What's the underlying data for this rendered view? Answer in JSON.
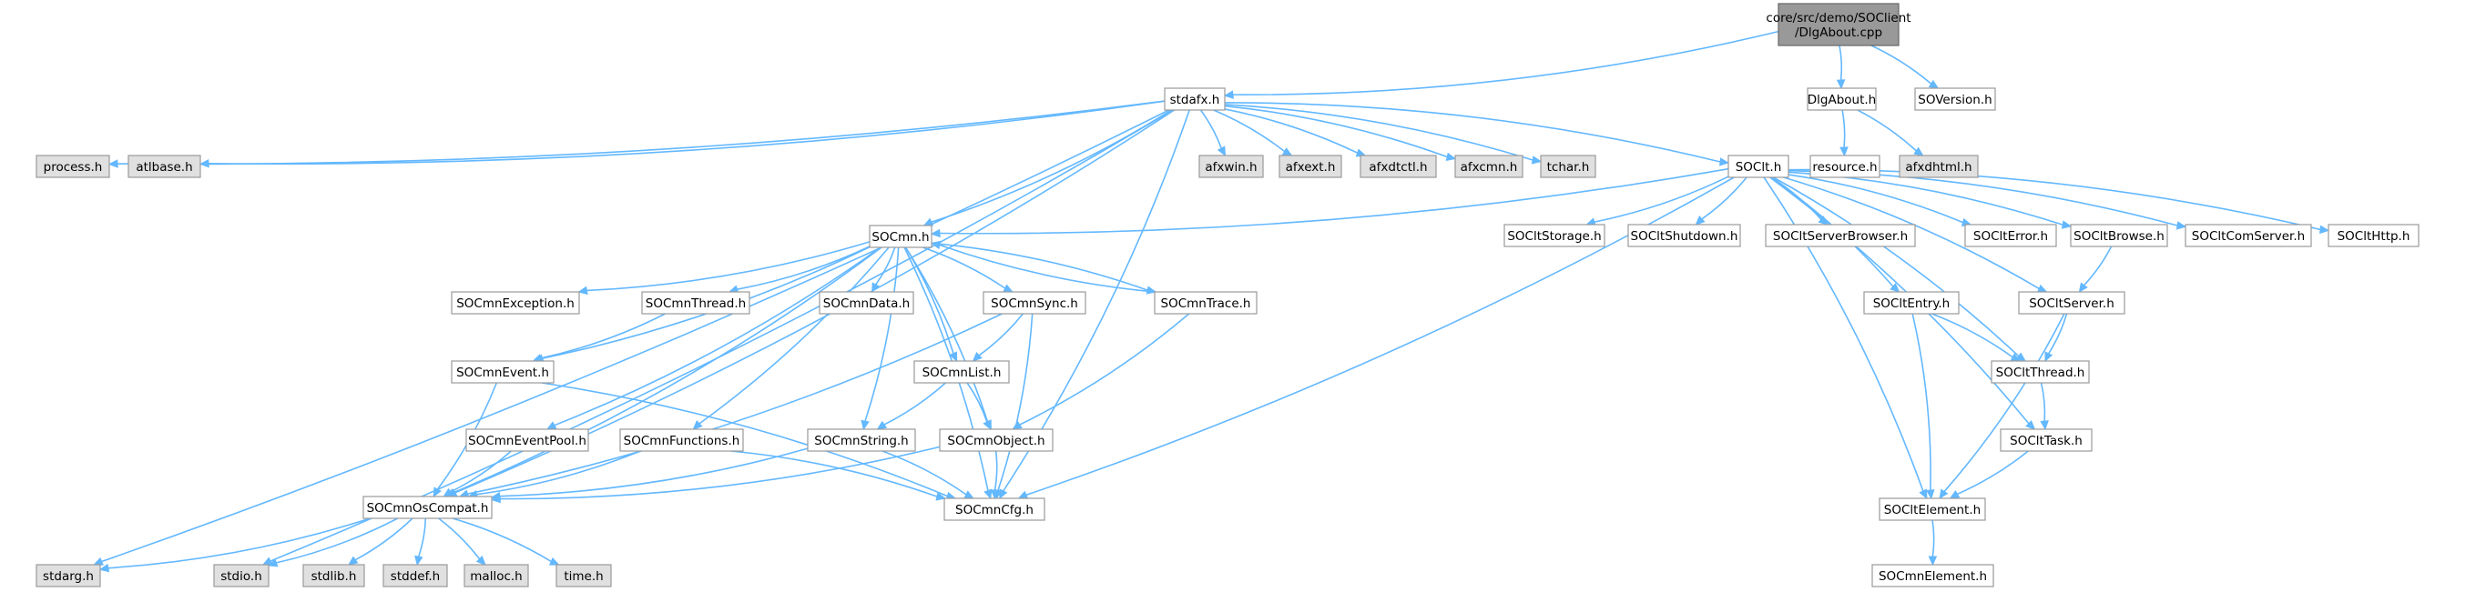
{
  "diagram": {
    "nodes": [
      {
        "id": "root",
        "lines": [
          "core/src/demo/SOClient",
          "/DlgAbout.cpp"
        ],
        "style": "root"
      },
      {
        "id": "stdafx",
        "lines": [
          "stdafx.h"
        ],
        "style": "normal"
      },
      {
        "id": "dlgabout",
        "lines": [
          "DlgAbout.h"
        ],
        "style": "normal"
      },
      {
        "id": "soversion",
        "lines": [
          "SOVersion.h"
        ],
        "style": "normal"
      },
      {
        "id": "process",
        "lines": [
          "process.h"
        ],
        "style": "ext"
      },
      {
        "id": "atlbase",
        "lines": [
          "atlbase.h"
        ],
        "style": "ext"
      },
      {
        "id": "afxwin",
        "lines": [
          "afxwin.h"
        ],
        "style": "ext"
      },
      {
        "id": "afxext",
        "lines": [
          "afxext.h"
        ],
        "style": "ext"
      },
      {
        "id": "afxdtctl",
        "lines": [
          "afxdtctl.h"
        ],
        "style": "ext"
      },
      {
        "id": "afxcmn",
        "lines": [
          "afxcmn.h"
        ],
        "style": "ext"
      },
      {
        "id": "tchar",
        "lines": [
          "tchar.h"
        ],
        "style": "ext"
      },
      {
        "id": "soclt",
        "lines": [
          "SOClt.h"
        ],
        "style": "normal"
      },
      {
        "id": "resource",
        "lines": [
          "resource.h"
        ],
        "style": "normal"
      },
      {
        "id": "afxdhtml",
        "lines": [
          "afxdhtml.h"
        ],
        "style": "ext"
      },
      {
        "id": "socmn",
        "lines": [
          "SOCmn.h"
        ],
        "style": "normal"
      },
      {
        "id": "socltstorage",
        "lines": [
          "SOCltStorage.h"
        ],
        "style": "normal"
      },
      {
        "id": "socltshutdown",
        "lines": [
          "SOCltShutdown.h"
        ],
        "style": "normal"
      },
      {
        "id": "socltserverbrowser",
        "lines": [
          "SOCltServerBrowser.h"
        ],
        "style": "normal"
      },
      {
        "id": "soclterror",
        "lines": [
          "SOCltError.h"
        ],
        "style": "normal"
      },
      {
        "id": "socltbrowse",
        "lines": [
          "SOCltBrowse.h"
        ],
        "style": "normal"
      },
      {
        "id": "socltcomserver",
        "lines": [
          "SOCltComServer.h"
        ],
        "style": "normal"
      },
      {
        "id": "soclthttp",
        "lines": [
          "SOCltHttp.h"
        ],
        "style": "normal"
      },
      {
        "id": "socmnexception",
        "lines": [
          "SOCmnException.h"
        ],
        "style": "normal"
      },
      {
        "id": "socmnthread",
        "lines": [
          "SOCmnThread.h"
        ],
        "style": "normal"
      },
      {
        "id": "socmndata",
        "lines": [
          "SOCmnData.h"
        ],
        "style": "normal"
      },
      {
        "id": "socmnsync",
        "lines": [
          "SOCmnSync.h"
        ],
        "style": "normal"
      },
      {
        "id": "socmntrace",
        "lines": [
          "SOCmnTrace.h"
        ],
        "style": "normal"
      },
      {
        "id": "socltentry",
        "lines": [
          "SOCltEntry.h"
        ],
        "style": "normal"
      },
      {
        "id": "socltserver",
        "lines": [
          "SOCltServer.h"
        ],
        "style": "normal"
      },
      {
        "id": "socmnevent",
        "lines": [
          "SOCmnEvent.h"
        ],
        "style": "normal"
      },
      {
        "id": "socmnlist",
        "lines": [
          "SOCmnList.h"
        ],
        "style": "normal"
      },
      {
        "id": "socltthread",
        "lines": [
          "SOCltThread.h"
        ],
        "style": "normal"
      },
      {
        "id": "socmneventpool",
        "lines": [
          "SOCmnEventPool.h"
        ],
        "style": "normal"
      },
      {
        "id": "socmnfunctions",
        "lines": [
          "SOCmnFunctions.h"
        ],
        "style": "normal"
      },
      {
        "id": "socmnstring",
        "lines": [
          "SOCmnString.h"
        ],
        "style": "normal"
      },
      {
        "id": "socmnobject",
        "lines": [
          "SOCmnObject.h"
        ],
        "style": "normal"
      },
      {
        "id": "soclttask",
        "lines": [
          "SOCltTask.h"
        ],
        "style": "normal"
      },
      {
        "id": "socmnoscompat",
        "lines": [
          "SOCmnOsCompat.h"
        ],
        "style": "normal"
      },
      {
        "id": "socmncfg",
        "lines": [
          "SOCmnCfg.h"
        ],
        "style": "normal"
      },
      {
        "id": "socltelement",
        "lines": [
          "SOCltElement.h"
        ],
        "style": "normal"
      },
      {
        "id": "stdarg",
        "lines": [
          "stdarg.h"
        ],
        "style": "ext"
      },
      {
        "id": "stdio",
        "lines": [
          "stdio.h"
        ],
        "style": "ext"
      },
      {
        "id": "stdlib",
        "lines": [
          "stdlib.h"
        ],
        "style": "ext"
      },
      {
        "id": "stddef",
        "lines": [
          "stddef.h"
        ],
        "style": "ext"
      },
      {
        "id": "malloc",
        "lines": [
          "malloc.h"
        ],
        "style": "ext"
      },
      {
        "id": "time",
        "lines": [
          "time.h"
        ],
        "style": "ext"
      },
      {
        "id": "socmnelement",
        "lines": [
          "SOCmnElement.h"
        ],
        "style": "normal"
      }
    ],
    "edges": [
      [
        "root",
        "stdafx"
      ],
      [
        "root",
        "dlgabout"
      ],
      [
        "root",
        "soversion"
      ],
      [
        "stdafx",
        "process"
      ],
      [
        "stdafx",
        "atlbase"
      ],
      [
        "stdafx",
        "afxwin"
      ],
      [
        "stdafx",
        "afxext"
      ],
      [
        "stdafx",
        "afxdtctl"
      ],
      [
        "stdafx",
        "afxcmn"
      ],
      [
        "stdafx",
        "tchar"
      ],
      [
        "stdafx",
        "soclt"
      ],
      [
        "stdafx",
        "socmn"
      ],
      [
        "stdafx",
        "stdarg"
      ],
      [
        "stdafx",
        "stdio"
      ],
      [
        "stdafx",
        "socmnoscompat"
      ],
      [
        "stdafx",
        "socmncfg"
      ],
      [
        "dlgabout",
        "resource"
      ],
      [
        "dlgabout",
        "afxdhtml"
      ],
      [
        "soclt",
        "socmn"
      ],
      [
        "soclt",
        "socltstorage"
      ],
      [
        "soclt",
        "socltshutdown"
      ],
      [
        "soclt",
        "socltserverbrowser"
      ],
      [
        "soclt",
        "soclterror"
      ],
      [
        "soclt",
        "socltbrowse"
      ],
      [
        "soclt",
        "socltcomserver"
      ],
      [
        "soclt",
        "soclthttp"
      ],
      [
        "soclt",
        "socltentry"
      ],
      [
        "soclt",
        "socltserver"
      ],
      [
        "soclt",
        "socltthread"
      ],
      [
        "soclt",
        "soclttask"
      ],
      [
        "soclt",
        "socltelement"
      ],
      [
        "soclt",
        "socmncfg"
      ],
      [
        "socmn",
        "socmnexception"
      ],
      [
        "socmn",
        "socmnthread"
      ],
      [
        "socmn",
        "socmndata"
      ],
      [
        "socmn",
        "socmnsync"
      ],
      [
        "socmn",
        "socmntrace"
      ],
      [
        "socmn",
        "socmnevent"
      ],
      [
        "socmn",
        "socmnlist"
      ],
      [
        "socmn",
        "socmneventpool"
      ],
      [
        "socmn",
        "socmnfunctions"
      ],
      [
        "socmn",
        "socmnstring"
      ],
      [
        "socmn",
        "socmnobject"
      ],
      [
        "socmn",
        "socmnoscompat"
      ],
      [
        "socmn",
        "socmncfg"
      ],
      [
        "socmnthread",
        "socmnevent"
      ],
      [
        "socmnsync",
        "socmnlist"
      ],
      [
        "socmnsync",
        "socmnoscompat"
      ],
      [
        "socmnsync",
        "socmncfg"
      ],
      [
        "socmntrace",
        "socmn"
      ],
      [
        "socmntrace",
        "socmnobject"
      ],
      [
        "socmnevent",
        "socmnoscompat"
      ],
      [
        "socmnevent",
        "socmncfg"
      ],
      [
        "socmnlist",
        "socmnstring"
      ],
      [
        "socmnlist",
        "socmnobject"
      ],
      [
        "socmneventpool",
        "socmnoscompat"
      ],
      [
        "socmnfunctions",
        "socmnoscompat"
      ],
      [
        "socmnfunctions",
        "socmncfg"
      ],
      [
        "socmnstring",
        "socmnoscompat"
      ],
      [
        "socmnstring",
        "socmncfg"
      ],
      [
        "socmnobject",
        "socmnoscompat"
      ],
      [
        "socmnobject",
        "socmncfg"
      ],
      [
        "socmnoscompat",
        "stdarg"
      ],
      [
        "socmnoscompat",
        "stdio"
      ],
      [
        "socmnoscompat",
        "stdlib"
      ],
      [
        "socmnoscompat",
        "stddef"
      ],
      [
        "socmnoscompat",
        "malloc"
      ],
      [
        "socmnoscompat",
        "time"
      ],
      [
        "socltbrowse",
        "socltserver"
      ],
      [
        "socltentry",
        "socltthread"
      ],
      [
        "socltentry",
        "socltelement"
      ],
      [
        "socltserver",
        "socltthread"
      ],
      [
        "socltserver",
        "socltelement"
      ],
      [
        "socltthread",
        "soclttask"
      ],
      [
        "soclttask",
        "socltelement"
      ],
      [
        "socltelement",
        "socmnelement"
      ]
    ]
  }
}
